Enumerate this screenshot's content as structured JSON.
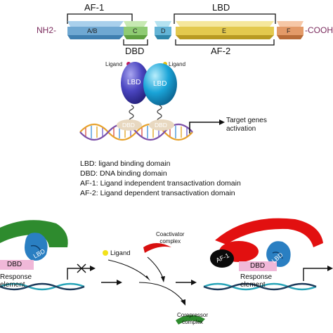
{
  "domain_bar": {
    "n_term": "NH2-",
    "c_term": "-COOH",
    "segments": [
      {
        "label": "A/B",
        "color": "#7fb3d8"
      },
      {
        "label": "C",
        "color": "#9ed08a"
      },
      {
        "label": "D",
        "color": "#7ac0d8"
      },
      {
        "label": "E",
        "color": "#e8d26a"
      },
      {
        "label": "F",
        "color": "#e8a070"
      }
    ],
    "brackets": {
      "af1": "AF-1",
      "lbd": "LBD",
      "dbd": "DBD",
      "af2": "AF-2"
    }
  },
  "dimer": {
    "left_ligand": "Ligand",
    "right_ligand": "Ligand",
    "lbd": "LBD",
    "dbd": "DBD",
    "target": "Target genes\nactivation"
  },
  "legend": [
    "LBD: ligand binding domain",
    "DBD: DNA binding domain",
    "AF-1: Ligand independent transactivation domain",
    "AF-2: Ligand dependent transactivation domain"
  ],
  "mechanism": {
    "left": {
      "lbd": "LBD",
      "dbd": "DBD",
      "response": "Response\nelement"
    },
    "ligand": "Ligand",
    "coactivator": "Coactivator\ncomplex",
    "corepressor": "Corepressor\ncomplex",
    "right": {
      "af1": "AF-1",
      "lbd": "LBD",
      "dbd": "DBD",
      "response": "Response\nelement"
    }
  }
}
